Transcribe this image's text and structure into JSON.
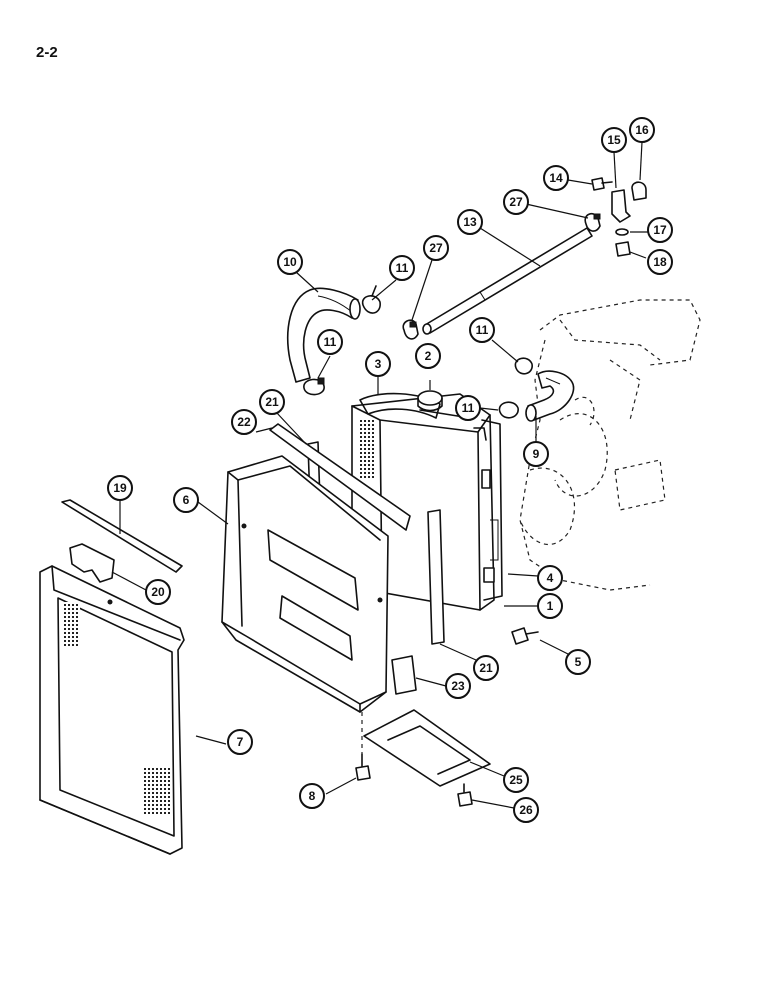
{
  "page_number": "2-2",
  "callouts": [
    {
      "id": "c1",
      "label": "1"
    },
    {
      "id": "c2",
      "label": "2"
    },
    {
      "id": "c3",
      "label": "3"
    },
    {
      "id": "c4",
      "label": "4"
    },
    {
      "id": "c5",
      "label": "5"
    },
    {
      "id": "c6",
      "label": "6"
    },
    {
      "id": "c7",
      "label": "7"
    },
    {
      "id": "c8",
      "label": "8"
    },
    {
      "id": "c9",
      "label": "9"
    },
    {
      "id": "c10",
      "label": "10"
    },
    {
      "id": "c11a",
      "label": "11"
    },
    {
      "id": "c11b",
      "label": "11"
    },
    {
      "id": "c11c",
      "label": "11"
    },
    {
      "id": "c11d",
      "label": "11"
    },
    {
      "id": "c13",
      "label": "13"
    },
    {
      "id": "c14",
      "label": "14"
    },
    {
      "id": "c15",
      "label": "15"
    },
    {
      "id": "c16",
      "label": "16"
    },
    {
      "id": "c17",
      "label": "17"
    },
    {
      "id": "c18",
      "label": "18"
    },
    {
      "id": "c19",
      "label": "19"
    },
    {
      "id": "c20",
      "label": "20"
    },
    {
      "id": "c21a",
      "label": "21"
    },
    {
      "id": "c21b",
      "label": "21"
    },
    {
      "id": "c22",
      "label": "22"
    },
    {
      "id": "c23",
      "label": "23"
    },
    {
      "id": "c25",
      "label": "25"
    },
    {
      "id": "c26",
      "label": "26"
    },
    {
      "id": "c27a",
      "label": "27"
    },
    {
      "id": "c27b",
      "label": "27"
    }
  ]
}
